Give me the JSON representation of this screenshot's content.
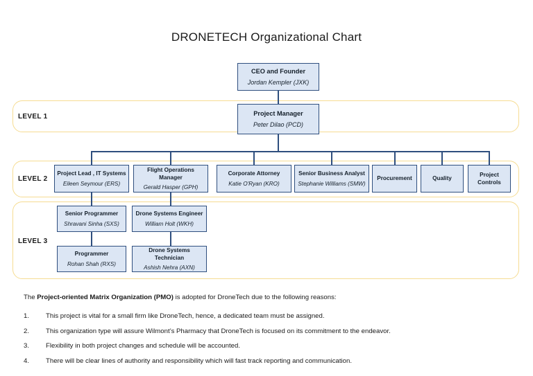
{
  "title": "DRONETECH Organizational  Chart",
  "levels": [
    {
      "label": "LEVEL 1"
    },
    {
      "label": "LEVEL 2"
    },
    {
      "label": "LEVEL 3"
    }
  ],
  "nodes": {
    "ceo": {
      "role": "CEO and Founder",
      "person": "Jordan Kempler (JXK)"
    },
    "pm": {
      "role": "Project Manager",
      "person": "Peter Dilao (PCD)"
    },
    "project_lead": {
      "role": "Project Lead , IT Systems",
      "person": "Eileen Seymour (ERS)"
    },
    "flight_ops": {
      "role": "Flight Operations Manager",
      "person": "Gerald Hasper (GPH)"
    },
    "attorney": {
      "role": "Corporate Attorney",
      "person": "Katie O'Ryan (KRO)"
    },
    "analyst": {
      "role": "Senior Business Analyst",
      "person": "Stephanie Williams (SMW)"
    },
    "procurement": {
      "role": "Procurement",
      "person": ""
    },
    "quality": {
      "role": "Quality",
      "person": ""
    },
    "controls": {
      "role": "Project",
      "person": "Controls"
    },
    "senior_prog": {
      "role": "Senior Programmer",
      "person": "Shravani Sinha (SXS)"
    },
    "drone_eng": {
      "role": "Drone Systems Engineer",
      "person": "William Holt (WKH)"
    },
    "programmer": {
      "role": "Programmer",
      "person": "Rohan Shah (RXS)"
    },
    "drone_tech": {
      "role": "Drone Systems Technician",
      "person": "Ashish Nehra (AXN)"
    }
  },
  "narrative": {
    "lead_prefix": "The ",
    "lead_bold": "Project-oriented Matrix Organization (PMO)",
    "lead_suffix": " is adopted for DroneTech due to the following reasons:",
    "reasons": [
      {
        "num": "1.",
        "text": "This project is vital for a small firm like DroneTech, hence, a dedicated team must be assigned."
      },
      {
        "num": "2.",
        "text": "This organization type will assure Wilmont’s Pharmacy that DroneTech  is focused on its commitment to the endeavor."
      },
      {
        "num": "3.",
        "text": "Flexibility in both project changes and schedule will be accounted."
      },
      {
        "num": "4.",
        "text": "There will be clear lines of  authority and responsibility which will fast track reporting and communication."
      }
    ]
  },
  "colors": {
    "node_fill": "#DCE6F4",
    "node_border": "#2E4E7E",
    "band_border": "#F6DC92",
    "text": "#1a1a1a",
    "page_background": "#ffffff"
  }
}
